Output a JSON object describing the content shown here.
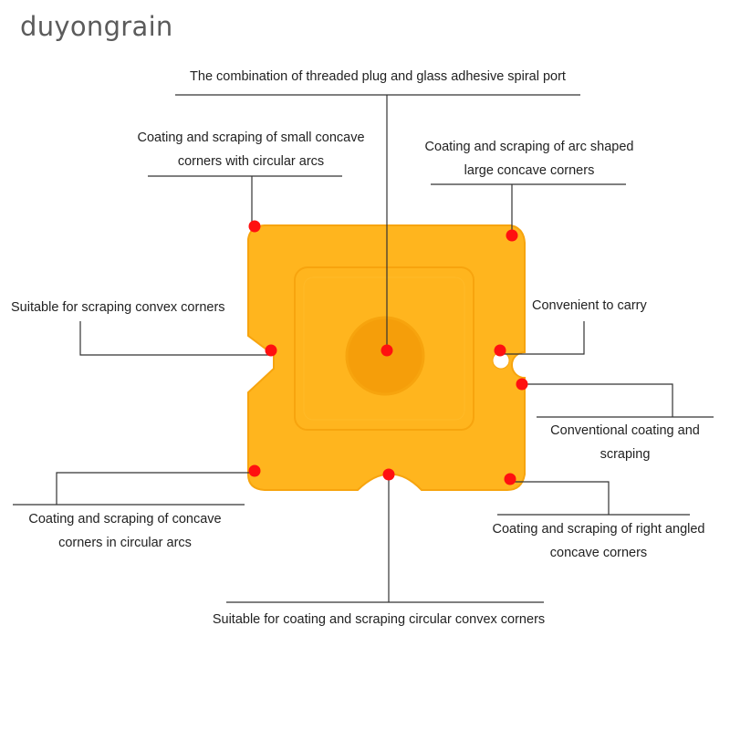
{
  "brand": {
    "text": "duyongrain"
  },
  "callouts": {
    "top": {
      "lines": [
        "The combination of threaded plug and glass adhesive spiral port"
      ]
    },
    "small_arcs": {
      "lines": [
        "Coating and scraping of small concave",
        "corners with circular arcs"
      ]
    },
    "large_arcs": {
      "lines": [
        "Coating and scraping of arc shaped",
        "large concave corners"
      ]
    },
    "convex": {
      "lines": [
        "Suitable for scraping convex corners"
      ]
    },
    "carry": {
      "lines": [
        "Convenient to carry"
      ]
    },
    "conventional": {
      "lines": [
        "Conventional coating and",
        "scraping"
      ]
    },
    "concave_arcs": {
      "lines": [
        "Coating and scraping of concave",
        "corners in circular arcs"
      ]
    },
    "right_angled": {
      "lines": [
        "Coating and scraping of right angled",
        "concave corners"
      ]
    },
    "bottom": {
      "lines": [
        "Suitable for coating and scraping circular convex corners"
      ]
    }
  },
  "colors": {
    "scraper_fill": "#FFB51E",
    "scraper_edge": "#F7A40E",
    "inner_face": "#FFBA28",
    "hole_fill": "#F59E0A",
    "marker": "#FF1010",
    "leader_line": "#333333"
  }
}
